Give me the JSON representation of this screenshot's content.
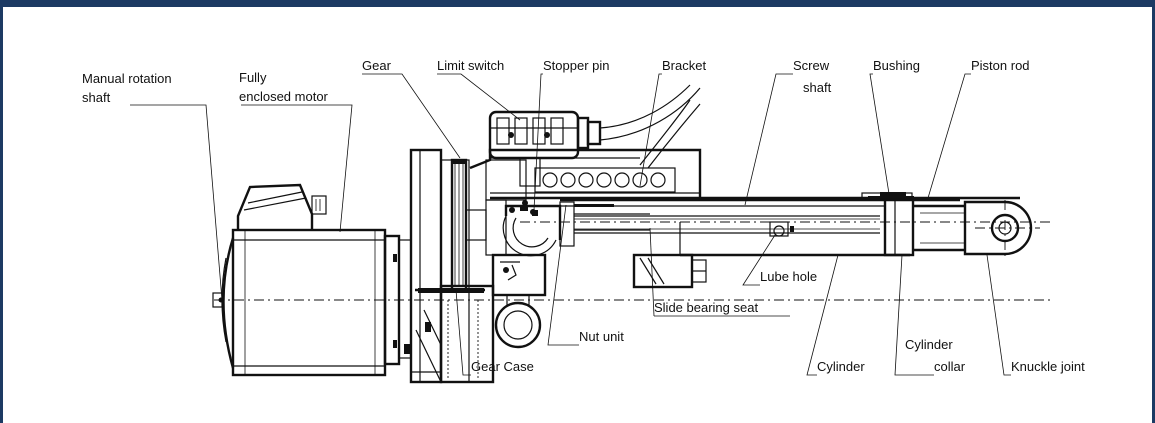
{
  "diagram": {
    "labels": {
      "manual_rotation_shaft": [
        "Manual rotation",
        "shaft"
      ],
      "fully_enclosed_motor": [
        "Fully",
        "enclosed motor"
      ],
      "gear": "Gear",
      "limit_switch": "Limit switch",
      "stopper_pin": "Stopper pin",
      "bracket": "Bracket",
      "screw_shaft": [
        "Screw",
        "shaft"
      ],
      "bushing": "Bushing",
      "piston_rod": "Piston rod",
      "lube_hole": "Lube hole",
      "slide_bearing_seat": "Slide bearing seat",
      "nut_unit": "Nut unit",
      "gear_case": "Gear Case",
      "cylinder": "Cylinder",
      "cylinder_collar": [
        "Cylinder",
        "collar"
      ],
      "knuckle_joint": "Knuckle joint"
    }
  },
  "colors": {
    "frame": "#1c3a63",
    "ink": "#111111"
  }
}
